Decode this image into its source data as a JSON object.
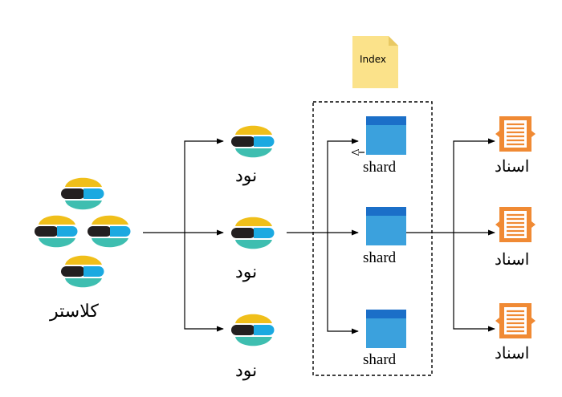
{
  "cluster": {
    "label": "کلاستر"
  },
  "nodes": [
    {
      "label": "نود"
    },
    {
      "label": "نود"
    },
    {
      "label": "نود"
    }
  ],
  "index": {
    "label": "Index"
  },
  "shards": [
    {
      "label": "shard"
    },
    {
      "label": "shard"
    },
    {
      "label": "shard"
    }
  ],
  "documents": [
    {
      "label": "اسناد"
    },
    {
      "label": "اسناد"
    },
    {
      "label": "اسناد"
    }
  ],
  "colors": {
    "logo_yellow": "#F0BF1A",
    "logo_dark": "#231F20",
    "logo_blue": "#1BA9E1",
    "logo_teal": "#3EBEB0",
    "shard_top": "#1B6FC8",
    "shard_body": "#3BA1DD",
    "index_note": "#FBE28A",
    "doc_orange": "#F08A34"
  }
}
